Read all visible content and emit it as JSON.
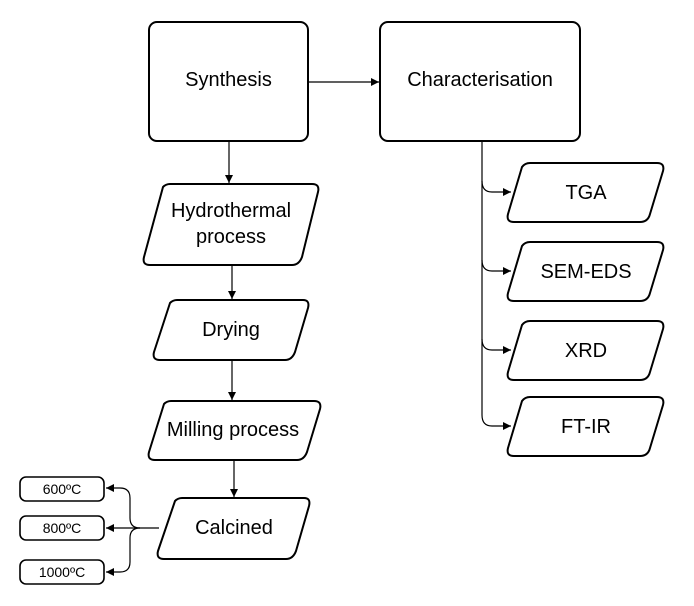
{
  "diagram": {
    "synthesis": "Synthesis",
    "characterisation": "Characterisation",
    "process_steps": [
      {
        "line1": "Hydrothermal",
        "line2": "process"
      },
      {
        "line1": "Drying"
      },
      {
        "line1": "Milling process"
      },
      {
        "line1": "Calcined"
      }
    ],
    "techniques": [
      "TGA",
      "SEM-EDS",
      "XRD",
      "FT-IR"
    ],
    "temperatures": [
      "600ºC",
      "800ºC",
      "1000ºC"
    ]
  }
}
